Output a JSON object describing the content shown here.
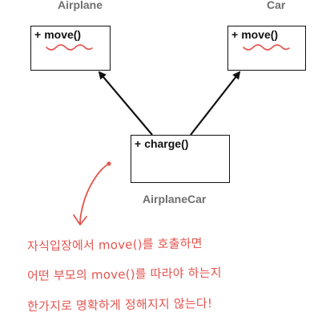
{
  "diagram": {
    "airplane": {
      "name": "Airplane",
      "method_visibility": "+",
      "method": "move()"
    },
    "car": {
      "name": "Car",
      "method_visibility": "+",
      "method": "move()"
    },
    "airplane_car": {
      "name": "AirplaneCar",
      "method_visibility": "+",
      "method": "charge()"
    }
  },
  "annotation": {
    "color": "#e4544f",
    "lines": [
      "자식입장에서 move()를 호출하면",
      "어떤 부모의 move()를 따라야 하는지",
      "한가지로 명확하게 정해지지 않는다!"
    ]
  }
}
